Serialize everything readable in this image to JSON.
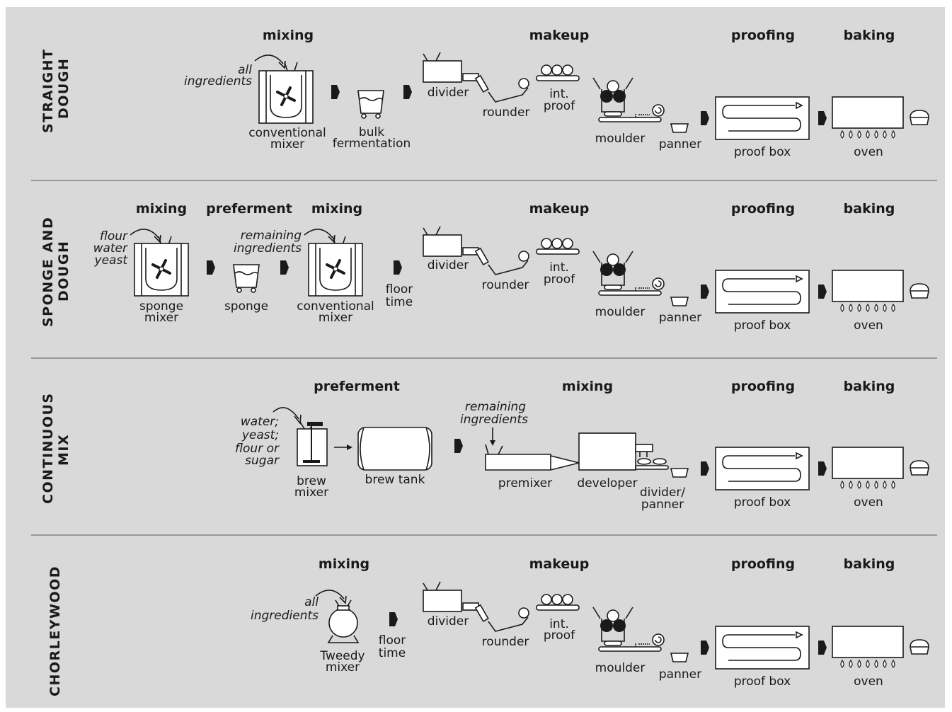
{
  "rows": {
    "straight": {
      "title_l1": "STRAIGHT",
      "title_l2": "DOUGH",
      "headers": {
        "mixing": "mixing",
        "makeup": "makeup",
        "proofing": "proofing",
        "baking": "baking"
      },
      "input_l1": "all",
      "input_l2": "ingredients",
      "mixer_l1": "conventional",
      "mixer_l2": "mixer",
      "bulk_l1": "bulk",
      "bulk_l2": "fermentation"
    },
    "sponge": {
      "title_l1": "SPONGE AND",
      "title_l2": "DOUGH",
      "headers": {
        "mixing1": "mixing",
        "preferment": "preferment",
        "mixing2": "mixing",
        "makeup": "makeup",
        "proofing": "proofing",
        "baking": "baking"
      },
      "input1_l1": "flour",
      "input1_l2": "water",
      "input1_l3": "yeast",
      "mixer1_l1": "sponge",
      "mixer1_l2": "mixer",
      "sponge": "sponge",
      "input2_l1": "remaining",
      "input2_l2": "ingredients",
      "mixer2_l1": "conventional",
      "mixer2_l2": "mixer",
      "floor_l1": "floor",
      "floor_l2": "time"
    },
    "continuous": {
      "title_l1": "CONTINUOUS",
      "title_l2": "MIX",
      "headers": {
        "preferment": "preferment",
        "mixing": "mixing",
        "proofing": "proofing",
        "baking": "baking"
      },
      "input1_l1": "water;",
      "input1_l2": "yeast;",
      "input1_l3": "flour or",
      "input1_l4": "sugar",
      "brew_l1": "brew",
      "brew_l2": "mixer",
      "brew_tank": "brew tank",
      "input2_l1": "remaining",
      "input2_l2": "ingredients",
      "premixer": "premixer",
      "developer": "developer",
      "divider_panner_l1": "divider/",
      "divider_panner_l2": "panner"
    },
    "chorleywood": {
      "title_l1": "CHORLEYWOOD",
      "headers": {
        "mixing": "mixing",
        "makeup": "makeup",
        "proofing": "proofing",
        "baking": "baking"
      },
      "input_l1": "all",
      "input_l2": "ingredients",
      "mixer_l1": "Tweedy",
      "mixer_l2": "mixer",
      "floor_l1": "floor",
      "floor_l2": "time"
    }
  },
  "common": {
    "divider": "divider",
    "rounder": "rounder",
    "int_proof_l1": "int.",
    "int_proof_l2": "proof",
    "moulder": "moulder",
    "panner": "panner",
    "proof_box": "proof box",
    "oven": "oven"
  },
  "colors": {
    "background": "#d9d9d9",
    "ink": "#1a1a1a",
    "separator": "#555555"
  }
}
